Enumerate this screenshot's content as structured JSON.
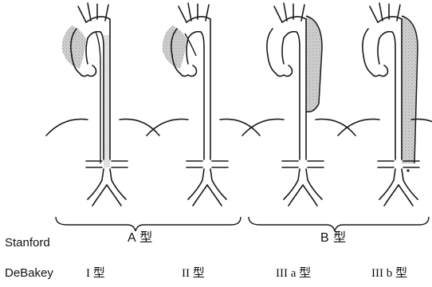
{
  "labels": {
    "stanford_row": "Stanford",
    "debakey_row": "DeBakey",
    "stanford_a": "A 型",
    "stanford_b": "B 型",
    "debakey_1": "I 型",
    "debakey_2": "II 型",
    "debakey_3a": "III a 型",
    "debakey_3b": "III b 型"
  },
  "panels": [
    {
      "id": "debakey-1",
      "dissection_extent": "ascending-through-abdominal"
    },
    {
      "id": "debakey-2",
      "dissection_extent": "ascending-only"
    },
    {
      "id": "debakey-3a",
      "dissection_extent": "descending-thoracic"
    },
    {
      "id": "debakey-3b",
      "dissection_extent": "descending-to-abdominal"
    }
  ],
  "colors": {
    "stroke": "#1a1a1a",
    "false_lumen_fill": "#c9c9c9",
    "background": "#ffffff"
  }
}
